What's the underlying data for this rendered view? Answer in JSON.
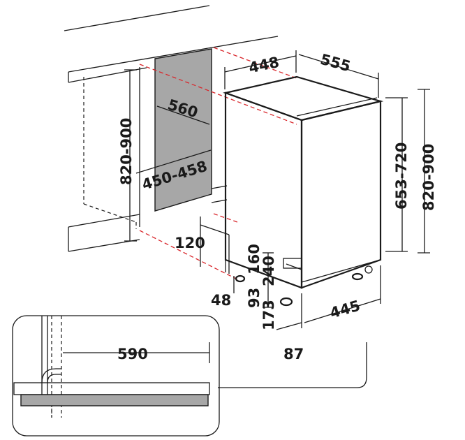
{
  "colors": {
    "line": "#1a1a1a",
    "accent_dash": "#d9262b",
    "panel_gray": "#a7a7a7"
  },
  "dimensions": {
    "top_depth": "448",
    "top_width": "555",
    "niche_depth": "560",
    "niche_height": "820-900",
    "niche_width": "450-458",
    "appliance_height": "653-720",
    "total_height": "820-900",
    "plinth_gap": "120",
    "plinth_height": "160",
    "plinth_range": "240",
    "foot_offset": "48",
    "foot_min": "93",
    "foot_max": "173",
    "base_depth": "445",
    "toe_offset": "87",
    "detail_depth": "590"
  }
}
